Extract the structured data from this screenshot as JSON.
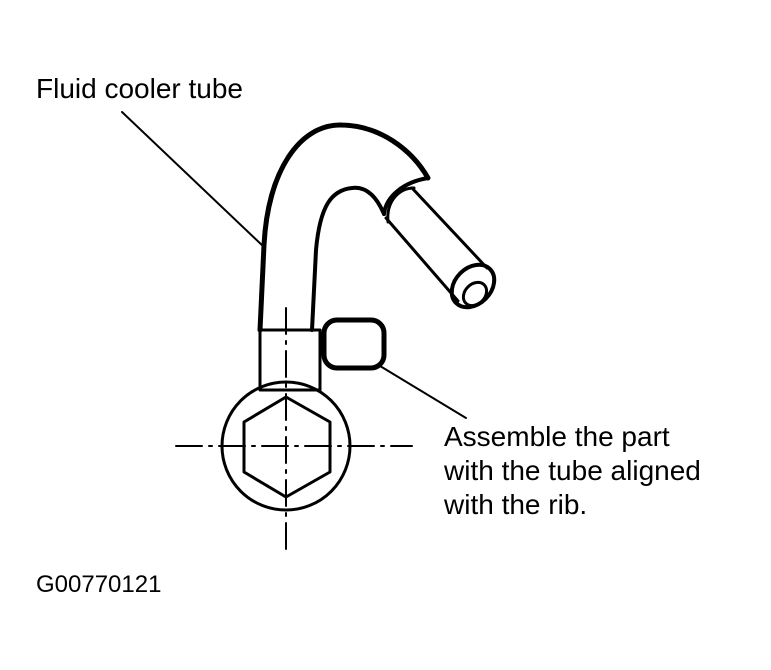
{
  "labels": {
    "tube": "Fluid cooler tube",
    "note": [
      "Assemble the part",
      "with the tube aligned",
      "with the rib."
    ],
    "figure_code": "G00770121"
  }
}
